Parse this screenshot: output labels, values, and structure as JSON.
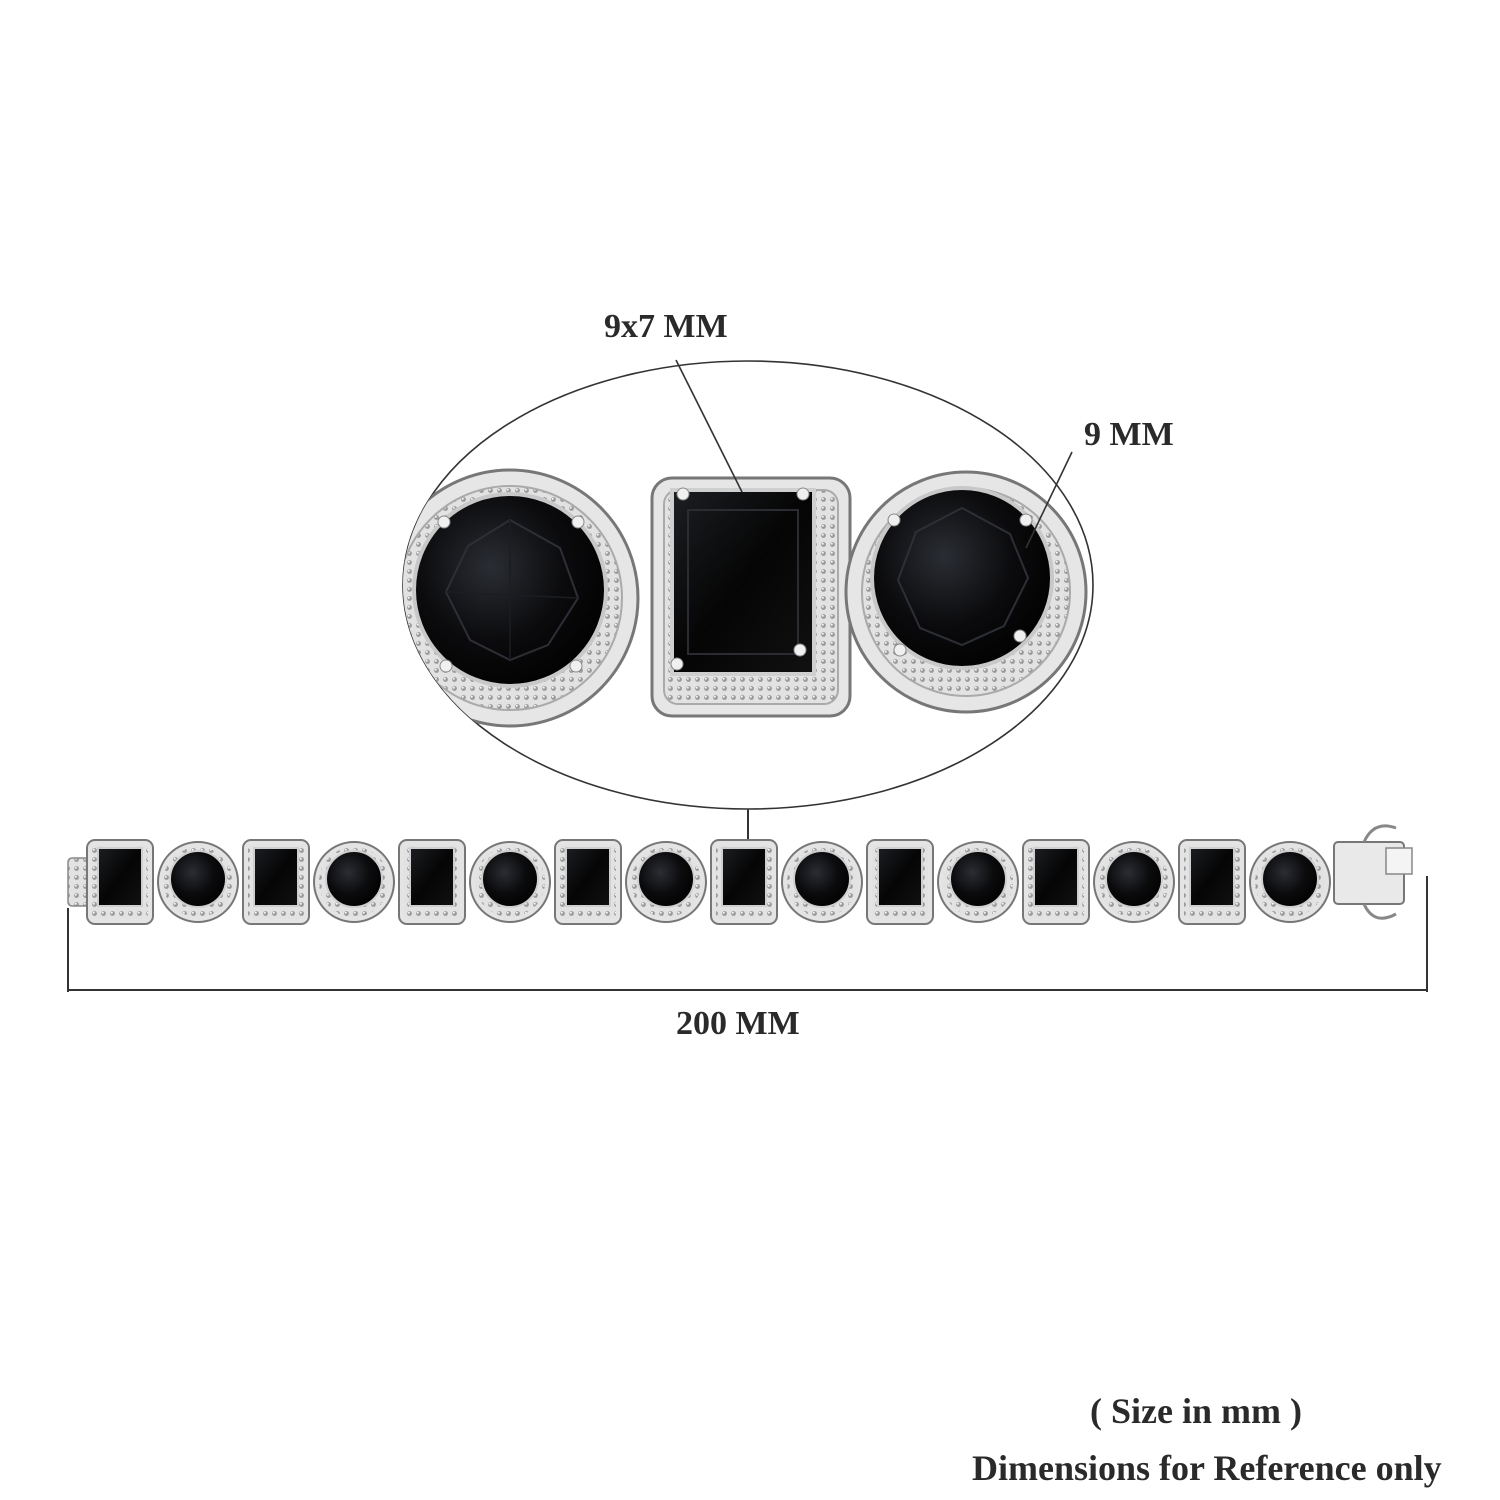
{
  "labels": {
    "center_stone": "9x7 MM",
    "round_stone": "9 MM",
    "total_length": "200 MM",
    "unit_note": "( Size in mm )",
    "disclaimer": "Dimensions for Reference only"
  },
  "bracelet": {
    "link_shapes": [
      "rect",
      "round",
      "rect",
      "round",
      "rect",
      "round",
      "rect",
      "round",
      "rect",
      "round",
      "rect",
      "round",
      "rect",
      "round",
      "rect",
      "round"
    ]
  },
  "colors": {
    "stone": "#0a0a0a",
    "metal": "#d4d4d4",
    "metal_dark": "#8a8a8a",
    "line": "#333333"
  }
}
